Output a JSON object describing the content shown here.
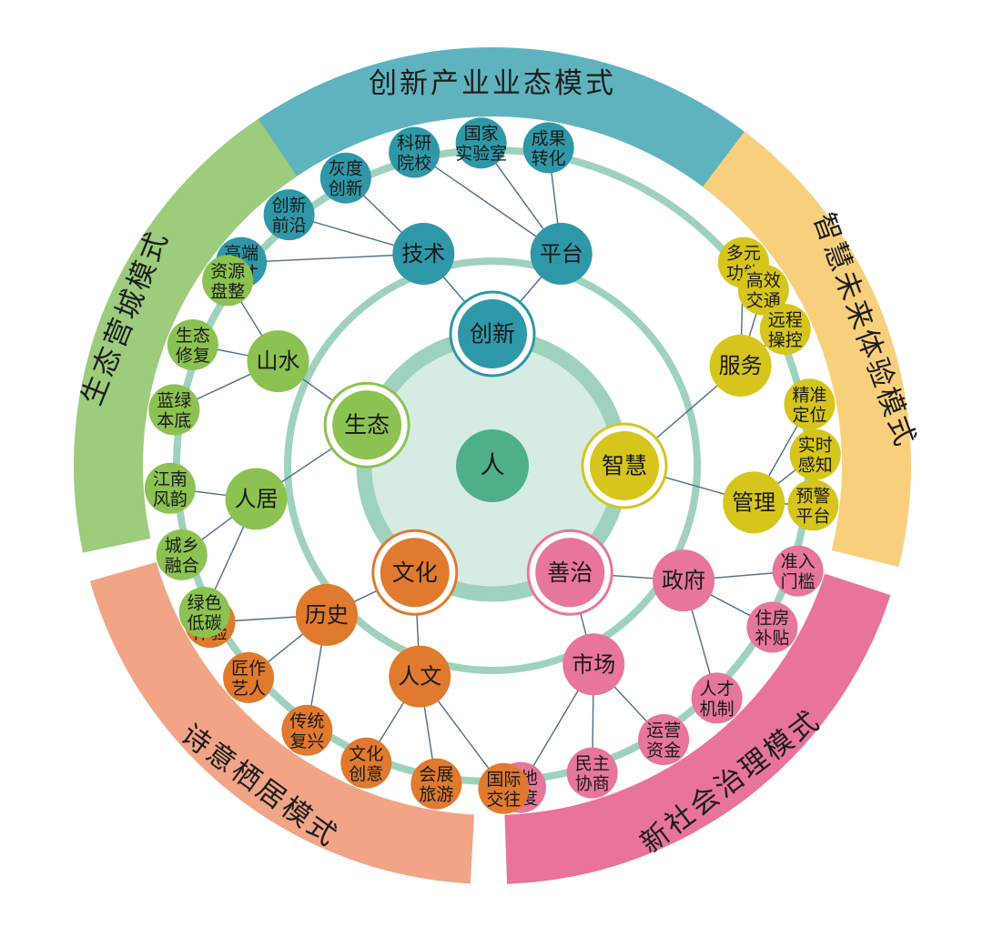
{
  "center": {
    "label": "人",
    "color": "#4fb088"
  },
  "colors": {
    "ring_track": "#9fd2bd",
    "inner_disc": "#d6ece3",
    "inner_disc_edge": "#9fd2bd",
    "connector": "#4d6e88"
  },
  "sectors": [
    {
      "id": "innovation",
      "mode_title": "创新产业业态模式",
      "color": "#2f98a8",
      "band_color": "#5fb3bf",
      "hub": "创新",
      "subs": [
        {
          "label": "技术",
          "leaves": [
            "高端人才",
            "创新前沿",
            "灰度创新"
          ]
        },
        {
          "label": "平台",
          "leaves": [
            "科研院校",
            "国家实验室",
            "成果转化"
          ]
        }
      ]
    },
    {
      "id": "smart",
      "mode_title": "智慧未来体验模式",
      "color": "#d6c51c",
      "band_color": "#f8d07d",
      "hub": "智慧",
      "subs": [
        {
          "label": "服务",
          "leaves": [
            "多元功能",
            "高效交通",
            "远程操控"
          ]
        },
        {
          "label": "管理",
          "leaves": [
            "精准定位",
            "实时感知",
            "预警平台"
          ]
        }
      ]
    },
    {
      "id": "governance",
      "mode_title": "新社会治理模式",
      "color": "#e7769a",
      "band_color": "#e8749a",
      "hub": "善治",
      "subs": [
        {
          "label": "政府",
          "leaves": [
            "准入门槛",
            "住房补贴",
            "人才机制"
          ]
        },
        {
          "label": "市场",
          "leaves": [
            "运营资金",
            "民主协商",
            "土地制度"
          ]
        }
      ]
    },
    {
      "id": "culture",
      "mode_title": "诗意栖居模式",
      "color": "#e07a2f",
      "band_color": "#f2a487",
      "hub": "文化",
      "subs": [
        {
          "label": "人文",
          "leaves": [
            "国际交往",
            "会展旅游",
            "文化创意"
          ]
        },
        {
          "label": "历史",
          "leaves": [
            "传统复兴",
            "匠作艺人",
            "文化体验"
          ]
        }
      ]
    },
    {
      "id": "ecology",
      "mode_title": "生态营城模式",
      "color": "#8cc251",
      "band_color": "#9ccc7c",
      "hub": "生态",
      "subs": [
        {
          "label": "人居",
          "leaves": [
            "绿色低碳",
            "城乡融合",
            "江南风韵"
          ]
        },
        {
          "label": "山水",
          "leaves": [
            "蓝绿本底",
            "生态修复",
            "资源盘整"
          ]
        }
      ]
    }
  ]
}
